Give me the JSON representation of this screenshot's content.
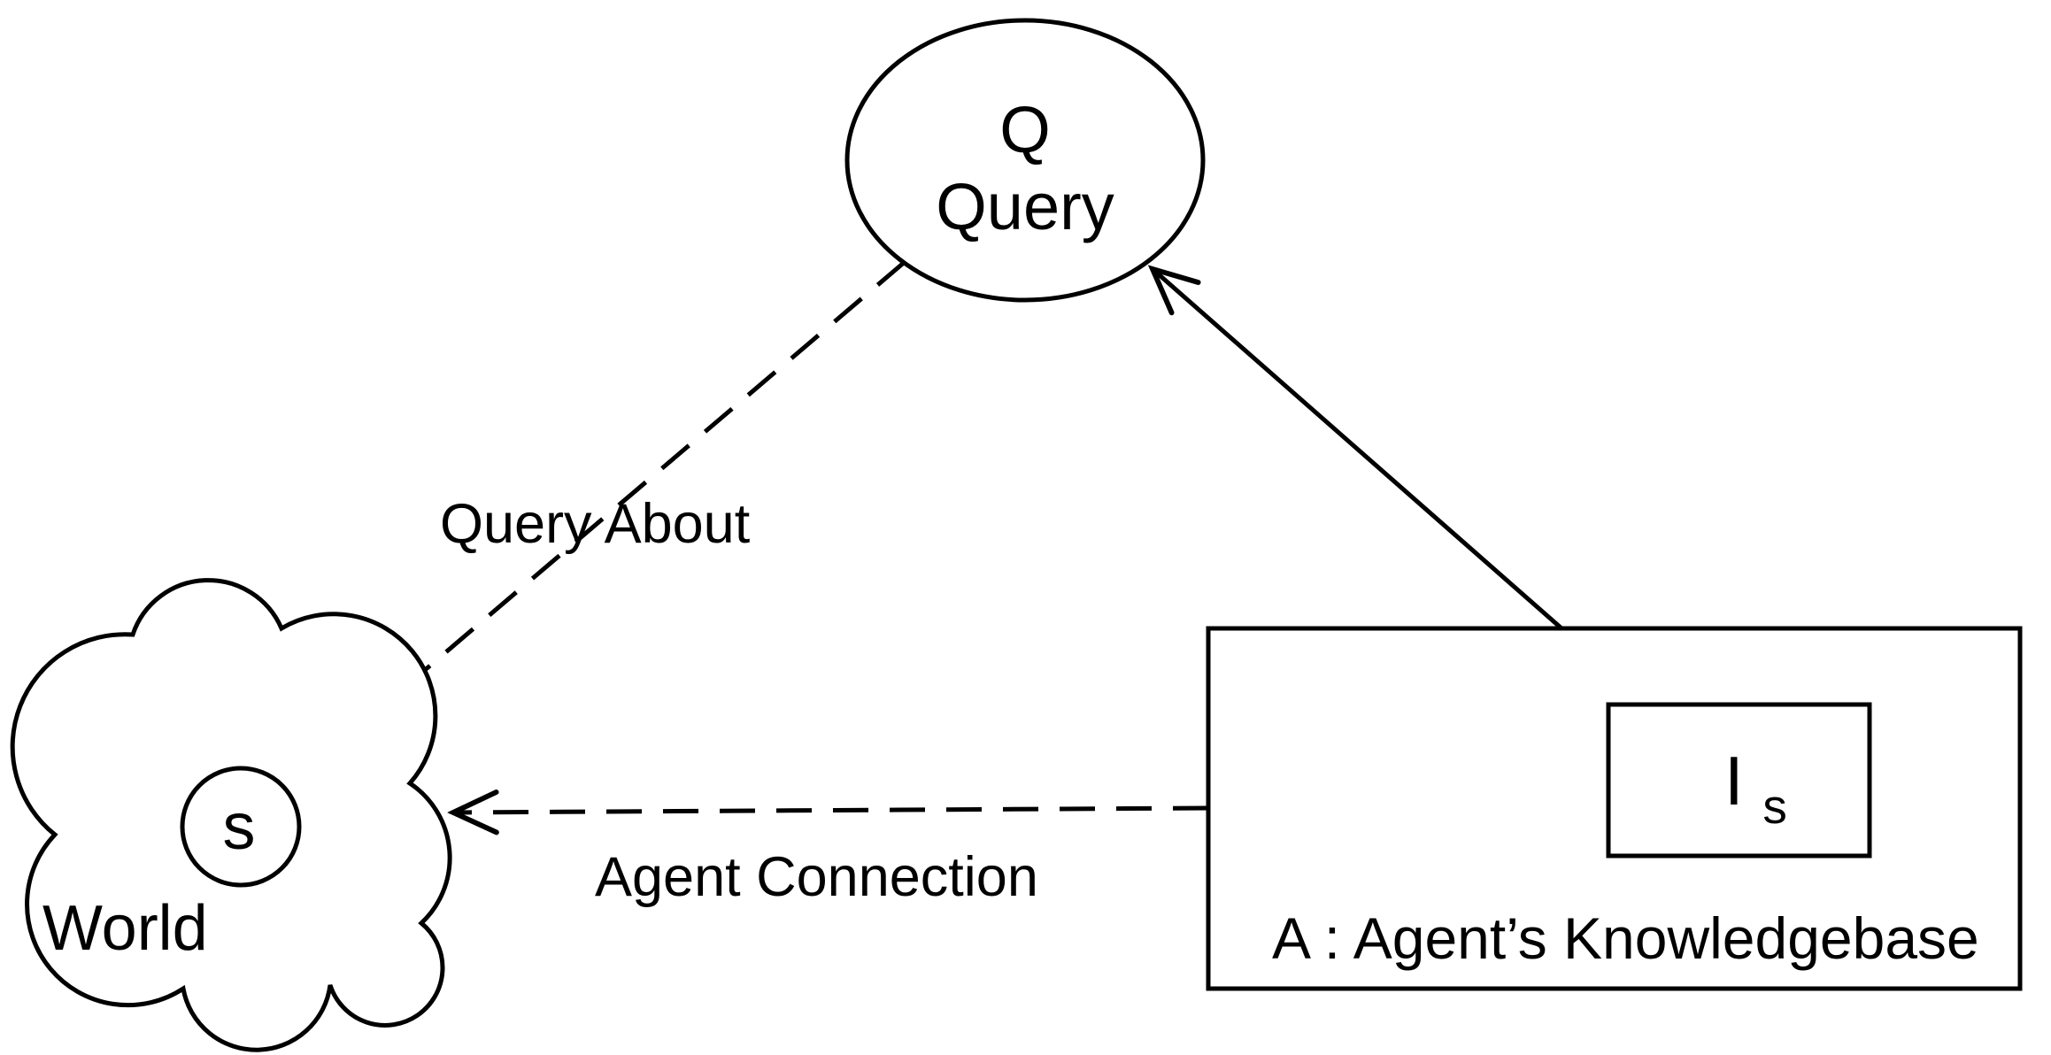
{
  "diagram": {
    "query_node": {
      "symbol": "Q",
      "name": "Query"
    },
    "world_node": {
      "label": "World",
      "state_symbol": "s"
    },
    "knowledgebase_node": {
      "label": "A : Agent’s Knowledgebase",
      "interpretation_main": "I",
      "interpretation_sub": "s"
    },
    "edges": {
      "query_about_label": "Query About",
      "agent_connection_label": "Agent Connection"
    },
    "colors": {
      "line": "#000000",
      "background": "#ffffff"
    }
  }
}
